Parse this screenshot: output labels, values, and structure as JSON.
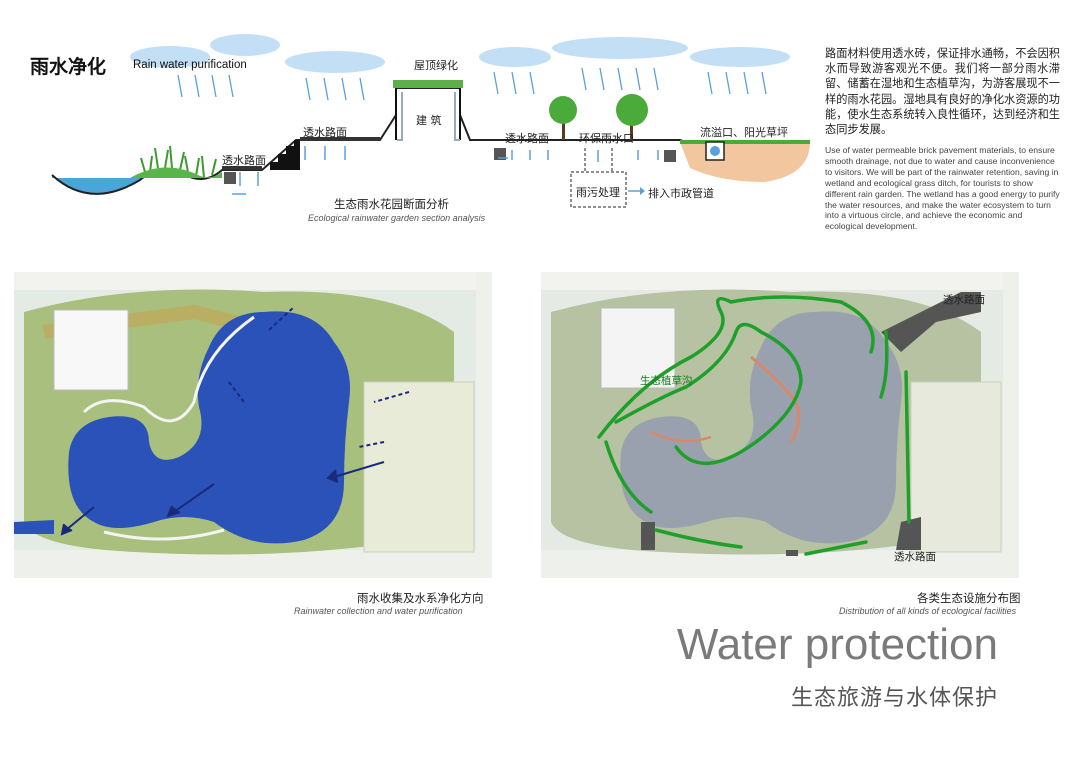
{
  "section": {
    "title_cn": "雨水净化",
    "title_en": "Rain water purification",
    "labels": {
      "roof_green": "屋顶绿化",
      "building": "建  筑",
      "permeable_left": "透水路面",
      "permeable_mid": "透水路面",
      "permeable_right": "透水路面",
      "eco_inlet": "环保雨水口",
      "overflow": "流溢口、阳光草坪",
      "sewage_treatment": "雨污处理",
      "municipal_pipe": "排入市政管道"
    },
    "caption_cn": "生态雨水花园断面分析",
    "caption_en": "Ecological rainwater garden section analysis"
  },
  "description": {
    "cn": "路面材料使用透水砖，保证排水通畅，不会因积水而导致游客观光不便。我们将一部分雨水滞留、储蓄在湿地和生态植草沟，为游客展现不一样的雨水花园。湿地具有良好的净化水资源的功能，使水生态系统转入良性循环，达到经济和生态同步发展。",
    "en": "Use of water permeable brick pavement materials, to ensure smooth drainage, not due to water and cause inconvenience to visitors. We will be part of the rainwater retention, saving in wetland and ecological grass ditch, for tourists to show different rain garden. The wetland has a good energy to purify the water resources, and make the water ecosystem to turn into a virtuous circle, and achieve the economic and ecological development."
  },
  "map_left": {
    "caption_cn": "雨水收集及水系净化方向",
    "caption_en": "Rainwater collection and water purification"
  },
  "map_right": {
    "label_swale": "生态植草沟",
    "label_perm_top": "透水路面",
    "label_perm_bottom": "透水路面",
    "caption_cn": "各类生态设施分布图",
    "caption_en": "Distribution of all kinds of ecological facilities"
  },
  "footer": {
    "title_en": "Water protection",
    "title_cn": "生态旅游与水体保护"
  },
  "colors": {
    "water_blue": "#2a52b8",
    "swale_green": "#1ea02a",
    "sky_cloud": "#bcdcf4",
    "rain_arrow": "#5aa0dc",
    "soil": "#f2c7a0"
  }
}
